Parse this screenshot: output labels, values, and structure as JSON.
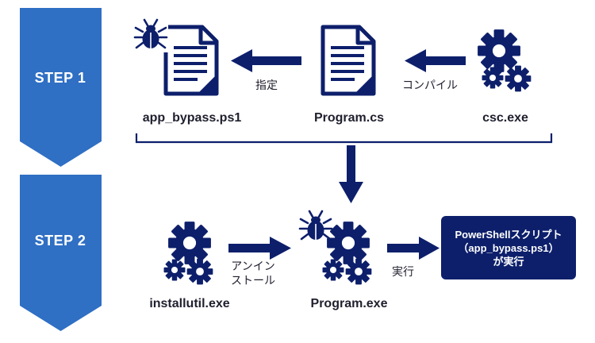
{
  "steps": [
    {
      "label": "STEP 1"
    },
    {
      "label": "STEP 2"
    }
  ],
  "nodes": {
    "app_bypass": {
      "label": "app_bypass.ps1",
      "icon": "malicious-document-icon"
    },
    "program_cs": {
      "label": "Program.cs",
      "icon": "document-icon"
    },
    "csc": {
      "label": "csc.exe",
      "icon": "gears-icon"
    },
    "installutil": {
      "label": "installutil.exe",
      "icon": "gears-icon"
    },
    "program_exe": {
      "label": "Program.exe",
      "icon": "malicious-gears-icon"
    }
  },
  "edges": {
    "compile": "コンパイル",
    "specify": "指定",
    "uninstall_line1": "アンイン",
    "uninstall_line2": "ストール",
    "execute": "実行"
  },
  "result": {
    "line1": "PowerShellスクリプト",
    "line2": "（app_bypass.ps1）",
    "line3": "が実行"
  },
  "colors": {
    "step_band": "#2f6fc4",
    "icon": "#0d1f6b",
    "arrow": "#0d1f6b",
    "bracket": "#0d1f6b"
  }
}
